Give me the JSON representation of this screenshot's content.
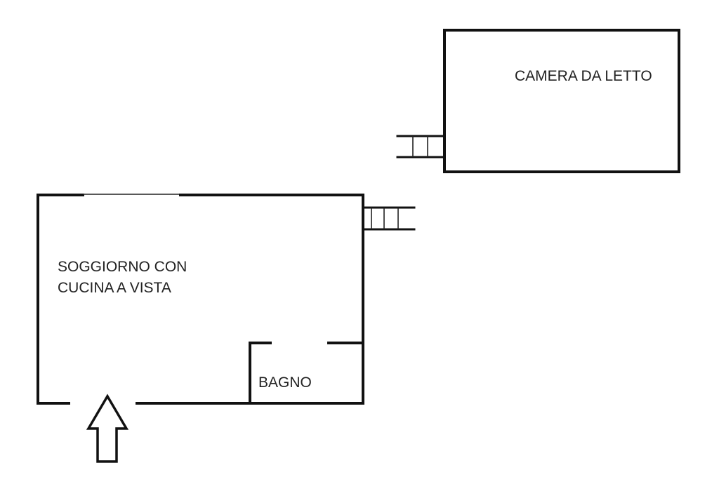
{
  "rooms": {
    "bedroom": {
      "label": "CAMERA DA LETTO"
    },
    "living": {
      "line1": "SOGGIORNO CON",
      "line2": "CUCINA A VISTA"
    },
    "bathroom": {
      "label": "BAGNO"
    }
  },
  "colors": {
    "wall": "#111111",
    "background": "#ffffff",
    "text": "#222222"
  },
  "icons": {
    "entrance": "up-arrow-icon",
    "stairs": "stairs-icon"
  }
}
